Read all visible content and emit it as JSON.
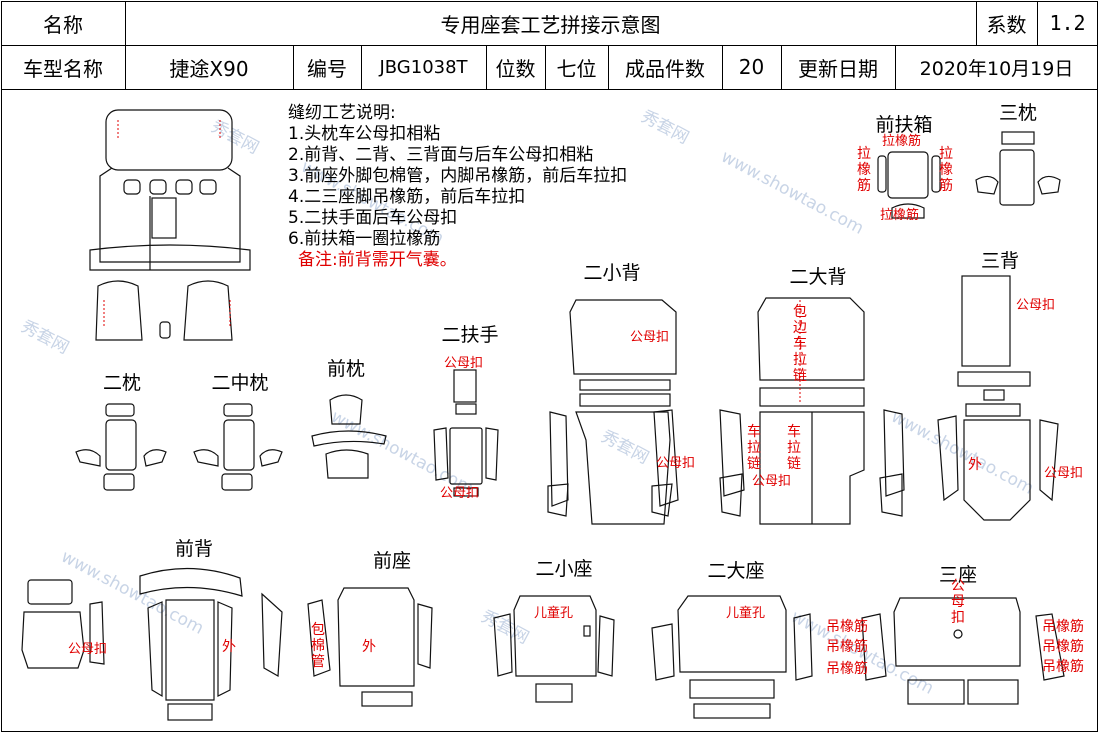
{
  "header": {
    "name_label": "名称",
    "name_value": "专用座套工艺拼接示意图",
    "coef_label": "系数",
    "coef_value": "1.2",
    "model_label": "车型名称",
    "model_value": "捷途X90",
    "code_label": "编号",
    "code_value": "JBG1038T",
    "seats_label": "位数",
    "seats_value": "七位",
    "pieces_label": "成品件数",
    "pieces_value": "20",
    "date_label": "更新日期",
    "date_value": "2020年10月19日"
  },
  "notes": {
    "title": "缝纫工艺说明:",
    "items": [
      "1.头枕车公母扣相粘",
      "2.前背、二背、三背面与后车公母扣相粘",
      "3.前座外脚包棉管，内脚吊橡筋，前后车拉扣",
      "4.二三座脚吊橡筋，前后车拉扣",
      "5.二扶手面后车公母扣",
      "6.前扶箱一圈拉橡筋"
    ],
    "remark": "备注:前背需开气囊。"
  },
  "parts": {
    "front_armbox": "前扶箱",
    "third_pillow": "三枕",
    "third_back": "三背",
    "second_small_back": "二小背",
    "second_big_back": "二大背",
    "second_armrest": "二扶手",
    "second_pillow": "二枕",
    "second_mid_pillow": "二中枕",
    "front_pillow": "前枕",
    "front_back": "前背",
    "front_seat": "前座",
    "second_small_seat": "二小座",
    "second_big_seat": "二大座",
    "third_seat": "三座"
  },
  "annotations": {
    "pull_elastic": "拉橡筋",
    "snap": "公母扣",
    "outer": "外",
    "zipper_edge": "包边车拉链",
    "zipper": "车拉链",
    "child_hole": "儿童孔",
    "hang_elastic": "吊橡筋",
    "cotton_tube": "包棉管"
  },
  "watermark": {
    "cn": "秀套网",
    "url": "www.showtao.com"
  }
}
